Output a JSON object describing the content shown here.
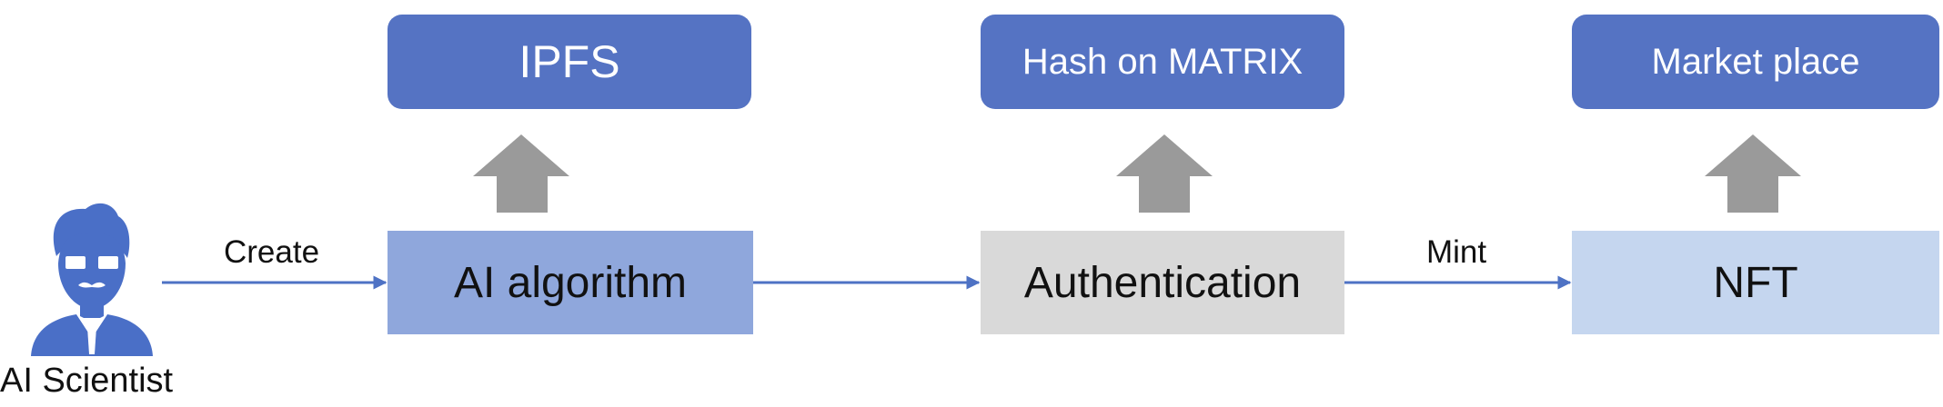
{
  "actor": {
    "label": "AI Scientist",
    "icon": "scientist-icon"
  },
  "nodes": {
    "ai_algorithm": "AI algorithm",
    "authentication": "Authentication",
    "nft": "NFT"
  },
  "storage_targets": {
    "ipfs": "IPFS",
    "hash_on_matrix": "Hash on MATRIX",
    "market_place": "Market place"
  },
  "edge_labels": {
    "create": "Create",
    "mint": "Mint"
  },
  "colors": {
    "top_box": "#5573c3",
    "ai_algorithm_box": "#8fa7dc",
    "authentication_box": "#d9d9d9",
    "nft_box": "#c5d6ef",
    "connector": "#4e72c4",
    "up_arrow": "#9a9a9a",
    "icon": "#4a6fc7"
  }
}
